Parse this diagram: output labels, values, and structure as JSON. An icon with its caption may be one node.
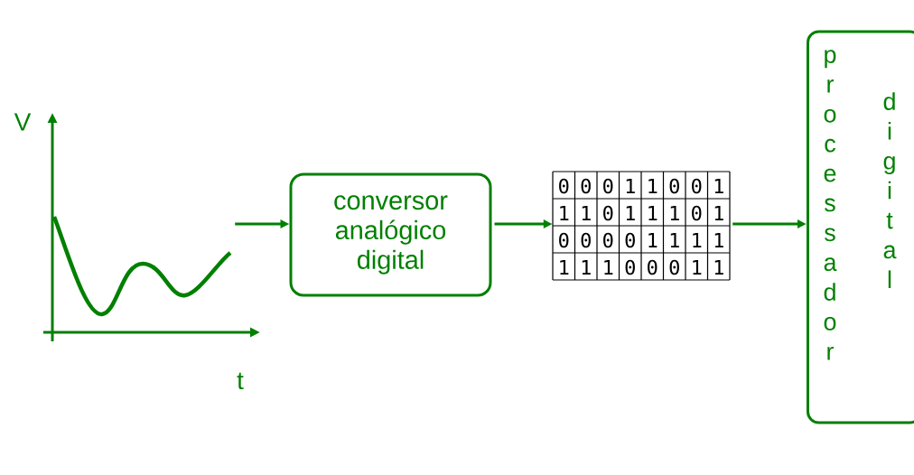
{
  "diagram": {
    "nodes": [
      {
        "text": [],
        "shape": "picture",
        "beside": [
          "V",
          "t"
        ]
      },
      {
        "text": [
          "conversor analógico digital"
        ]
      },
      {
        "text": [
          "0",
          "0",
          "0",
          "1",
          "1",
          "0",
          "0",
          "1",
          "1",
          "1",
          "0",
          "1",
          "1",
          "1",
          "0",
          "1",
          "0",
          "0",
          "0",
          "0",
          "1",
          "1",
          "1",
          "1",
          "1",
          "1",
          "1",
          "0",
          "0",
          "0",
          "1",
          "1"
        ]
      },
      {
        "text": [
          "processador",
          "digital"
        ]
      }
    ],
    "edges": [
      {
        "from": 0,
        "to": 1,
        "arrow": "to"
      },
      {
        "from": 1,
        "to": 2,
        "arrow": "to"
      },
      {
        "from": 2,
        "to": 3,
        "arrow": "to"
      }
    ]
  }
}
